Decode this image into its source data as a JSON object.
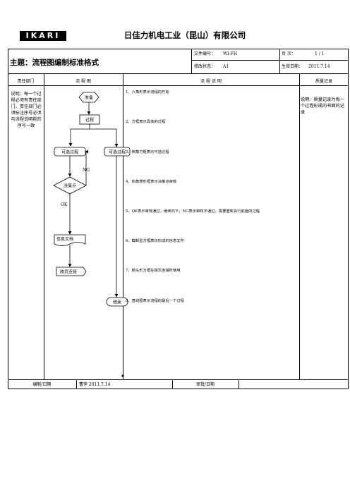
{
  "header": {
    "logo_text": "IKARI",
    "company": "日佳力机电工业（昆山）有限公司"
  },
  "form": {
    "subject": "主题：流程图编制标准格式",
    "doc_no_label": "文件编号：",
    "doc_no_value": "WI-FH",
    "page_label": "页    次：",
    "page_value": "1  /  1",
    "rev_label": "修改状态：",
    "rev_value": "A1",
    "eff_label": "生效日期：",
    "eff_value": "2011.7.14"
  },
  "columns": {
    "dept": "责任部门",
    "flow": "流 程 图",
    "desc": "流  程  说  明",
    "record": "质量记录"
  },
  "left_note": "说明：每一个过程必须有责任部门，责任部门必须标注序号必须与流程说明前的序号一致",
  "right_note": "说明：质量记录为每一个过程形成的书面的记录",
  "flow": {
    "start": "准备",
    "process": "过程",
    "optional_a": "可选过程",
    "optional_b": "可选过程",
    "decision": "决策点",
    "ng": "NG",
    "ok": "OK",
    "document": "信息文档",
    "connector": "跨页连接",
    "end": "结束"
  },
  "descriptions": [
    "1、六角形表示流程的开始",
    "2、方框表示具体的过程",
    "3、倒角方框表示可选过程",
    "4、四角菱形框表示决策点审核",
    "5、OK表示审核通过，继续向下；NG表示审核不通过，需要重新执行前面的过程",
    "6、截断型方框表示形成的信息文件",
    "7、箭头形方框在跨页连接时使用",
    "8、直线圈表示流程的最后一个过程"
  ],
  "footer": {
    "prepared_label": "编制/日期",
    "prepared_value": "曹萍   2011.7.14",
    "approved_label": "审批/日期"
  }
}
